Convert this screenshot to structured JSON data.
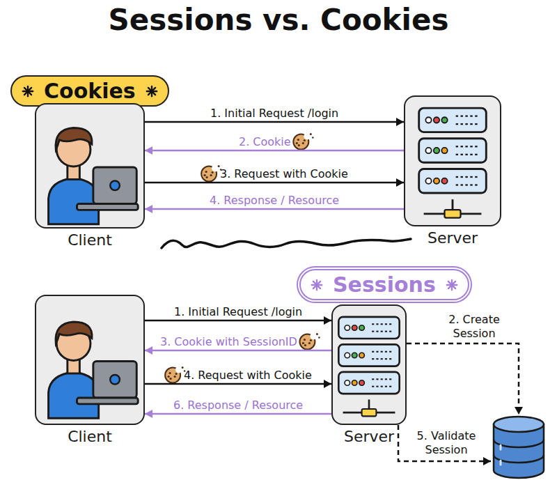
{
  "diagram": {
    "title": "Sessions vs. Cookies",
    "nodes": [
      {
        "text": [
          "Cookies"
        ]
      },
      {
        "text": [
          "Client"
        ]
      },
      {
        "text": [
          "Server"
        ]
      },
      {
        "text": [
          "Sessions"
        ]
      },
      {
        "text": [
          "Client"
        ]
      },
      {
        "text": [
          "Server"
        ]
      },
      {
        "text": []
      }
    ],
    "edges": [
      {
        "from": 1,
        "to": 2,
        "label": "1. Initial Request /login",
        "arrow": "to"
      },
      {
        "from": 2,
        "to": 1,
        "label": "2. Cookie",
        "arrow": "to"
      },
      {
        "from": 1,
        "to": 2,
        "label": "3. Request with Cookie",
        "arrow": "to"
      },
      {
        "from": 2,
        "to": 1,
        "label": "4. Response / Resource",
        "arrow": "to"
      },
      {
        "from": 4,
        "to": 5,
        "label": "1. Initial Request /login",
        "arrow": "to"
      },
      {
        "from": 5,
        "to": 6,
        "label": "2. Create Session",
        "arrow": "to"
      },
      {
        "from": 5,
        "to": 4,
        "label": "3. Cookie with SessionID",
        "arrow": "to"
      },
      {
        "from": 4,
        "to": 5,
        "label": "4. Request with Cookie",
        "arrow": "to"
      },
      {
        "from": 5,
        "to": 6,
        "label": "5. Validate Session",
        "arrow": "to"
      },
      {
        "from": 5,
        "to": 4,
        "label": "6. Response / Resource",
        "arrow": "to"
      }
    ]
  }
}
